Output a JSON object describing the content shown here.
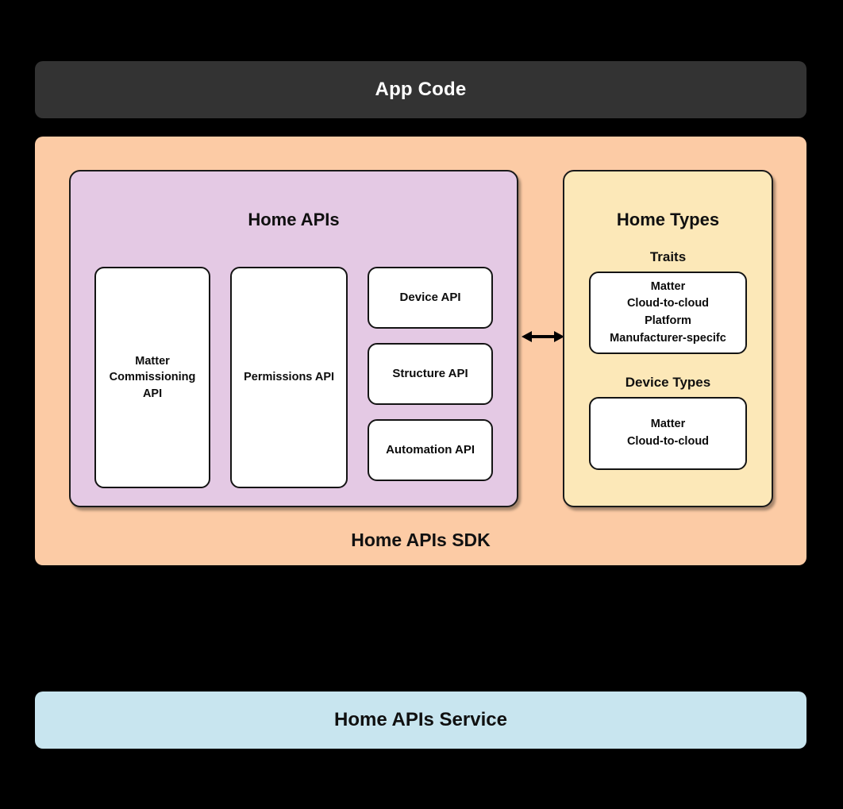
{
  "diagram": {
    "title": "Home APIs SDK architecture",
    "colors": {
      "background": "#000000",
      "app_code_bar": "#333333",
      "sdk_container": "#FCCBA5",
      "home_apis_panel": "#E4C9E4",
      "home_types_panel": "#FCE8B8",
      "service_bar": "#C8E5EF",
      "box_fill": "#FFFFFF",
      "outline": "#141414"
    }
  },
  "app_code": {
    "label": "App Code"
  },
  "sdk": {
    "footer_label": "Home APIs SDK"
  },
  "home_apis": {
    "title": "Home APIs",
    "boxes": [
      {
        "id": "matter-commissioning-api",
        "lines": [
          "Matter",
          "Commissioning",
          "API"
        ]
      },
      {
        "id": "permissions-api",
        "lines": [
          "Permissions API"
        ]
      },
      {
        "id": "device-api",
        "lines": [
          "Device API"
        ]
      },
      {
        "id": "structure-api",
        "lines": [
          "Structure API"
        ]
      },
      {
        "id": "automation-api",
        "lines": [
          "Automation API"
        ]
      }
    ]
  },
  "connector": {
    "icon": "double-headed-arrow",
    "direction": "bidirectional"
  },
  "home_types": {
    "title": "Home Types",
    "sections": [
      {
        "id": "traits",
        "heading": "Traits",
        "items": [
          "Matter",
          "Cloud-to-cloud",
          "Platform",
          "Manufacturer-specifc"
        ]
      },
      {
        "id": "device-types",
        "heading": "Device Types",
        "items": [
          "Matter",
          "Cloud-to-cloud"
        ]
      }
    ]
  },
  "service": {
    "label": "Home APIs Service"
  }
}
